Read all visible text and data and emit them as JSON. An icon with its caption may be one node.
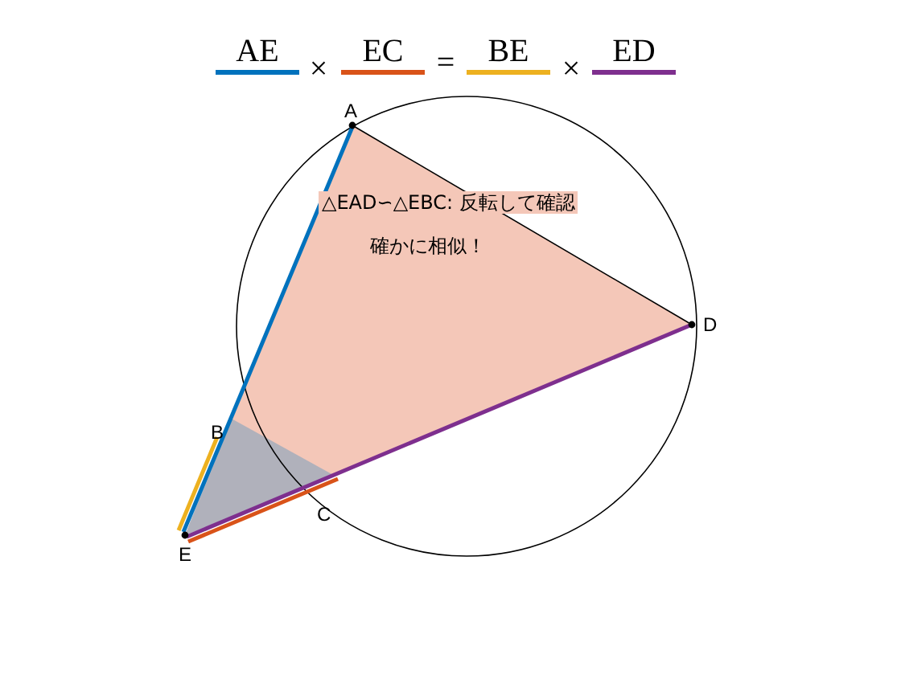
{
  "diagram": {
    "labels": [
      "×",
      "=",
      "×",
      "A",
      "△EAD∽△EBC: 反転して確認",
      "確かに相似！",
      "D",
      "B",
      "C",
      "E"
    ],
    "legend": [
      {
        "text": "AE",
        "color": "#0072bd"
      },
      {
        "text": "EC",
        "color": "#d95319"
      },
      {
        "text": "BE",
        "color": "#edb120"
      },
      {
        "text": "ED",
        "color": "#7e2f8e"
      }
    ]
  }
}
